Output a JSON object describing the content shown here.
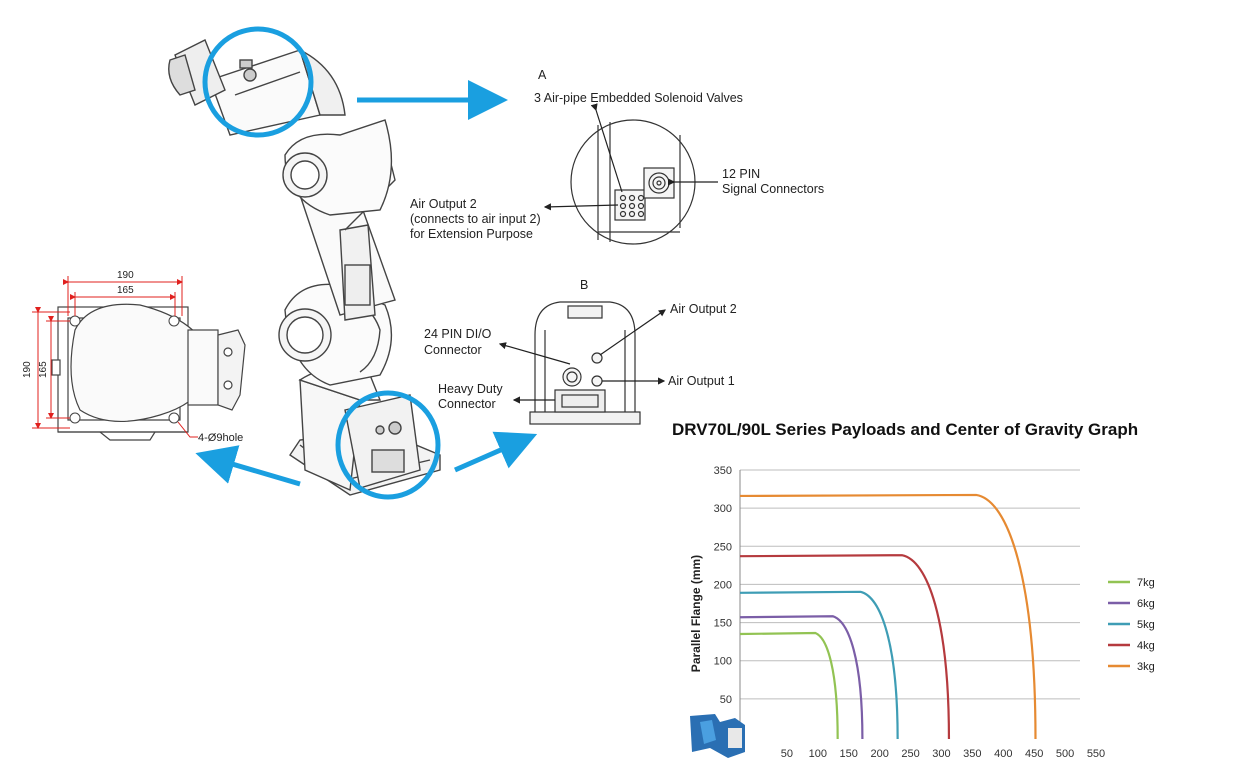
{
  "colors": {
    "highlight_blue": "#1a9fe0",
    "drawing_gray": "#555555",
    "dimension_red": "#e0201e"
  },
  "detail_a": {
    "tag": "A",
    "solenoid_label": "3 Air-pipe Embedded Solenoid Valves",
    "signal_label_1": "12 PIN",
    "signal_label_2": "Signal Connectors",
    "air_output2_line1": "Air Output 2",
    "air_output2_line2": "(connects to air input 2)",
    "air_output2_line3": "for Extension Purpose"
  },
  "detail_b": {
    "tag": "B",
    "air_output2": "Air Output 2",
    "air_output1": "Air Output 1",
    "dio_line1": "24 PIN DI/O",
    "dio_line2": "Connector",
    "heavy_line1": "Heavy Duty",
    "heavy_line2": "Connector"
  },
  "base_drawing": {
    "dim_top_outer": "190",
    "dim_top_inner": "165",
    "dim_left_outer": "190",
    "dim_left_inner": "165",
    "hole_label": "4-Ø9hole"
  },
  "chart_data": {
    "type": "line",
    "title": "DRV70L/90L Series Payloads and Center of Gravity Graph",
    "xlabel": "",
    "ylabel": "Parallel Flange (mm)",
    "xlim": [
      0,
      550
    ],
    "ylim": [
      0,
      350
    ],
    "x_ticks": [
      50,
      100,
      150,
      200,
      250,
      300,
      350,
      400,
      450,
      500,
      550
    ],
    "y_ticks": [
      50,
      100,
      150,
      200,
      250,
      300,
      350
    ],
    "grid": true,
    "legend_position": "right",
    "series": [
      {
        "name": "7kg",
        "color": "#92c353",
        "flat_y": 135,
        "flat_end_x": 122,
        "curve_end_x": 158
      },
      {
        "name": "6kg",
        "color": "#7b5ea7",
        "flat_y": 157,
        "flat_end_x": 150,
        "curve_end_x": 198
      },
      {
        "name": "5kg",
        "color": "#3e9db5",
        "flat_y": 189,
        "flat_end_x": 195,
        "curve_end_x": 255
      },
      {
        "name": "4kg",
        "color": "#b53a3e",
        "flat_y": 237,
        "flat_end_x": 262,
        "curve_end_x": 338
      },
      {
        "name": "3kg",
        "color": "#e68a32",
        "flat_y": 316,
        "flat_end_x": 382,
        "curve_end_x": 478
      }
    ]
  }
}
